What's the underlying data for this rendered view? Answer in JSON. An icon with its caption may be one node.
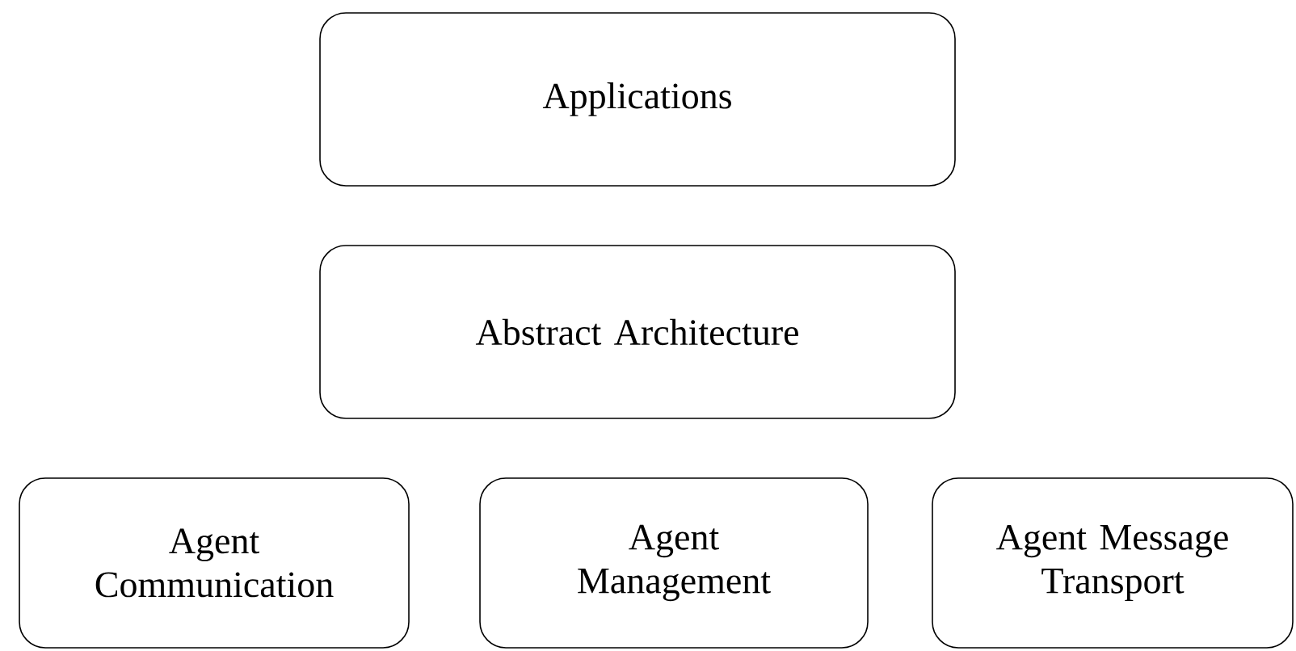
{
  "diagram": {
    "nodes": [
      {
        "text": [
          "Applications"
        ]
      },
      {
        "text": [
          "Abstract Architecture"
        ]
      },
      {
        "text": [
          "Agent Communication"
        ]
      },
      {
        "text": [
          "Agent Management"
        ]
      },
      {
        "text": [
          "Agent Message Transport"
        ]
      }
    ]
  }
}
